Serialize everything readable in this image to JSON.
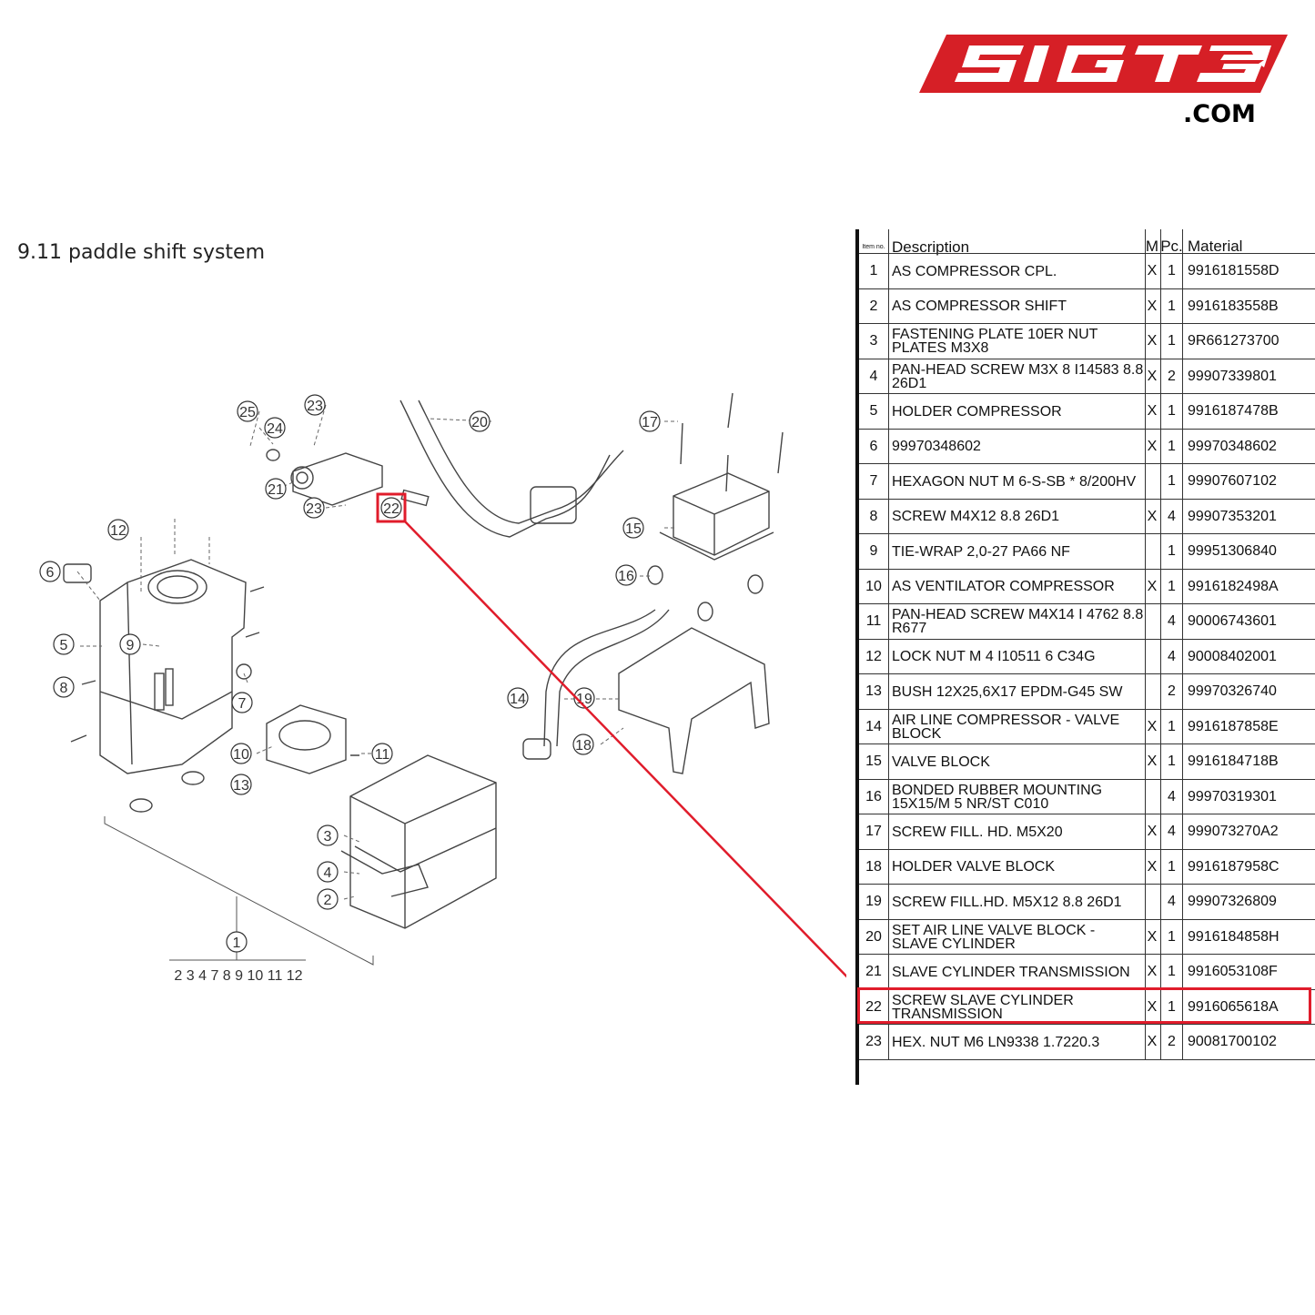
{
  "logo": {
    "text": "SIGT3",
    "suffix": ".COM",
    "color": "#d61f26"
  },
  "section_title": "9.11  paddle shift system",
  "callouts": [
    "1",
    "2",
    "3",
    "4",
    "5",
    "6",
    "7",
    "8",
    "9",
    "10",
    "11",
    "12",
    "13",
    "14",
    "15",
    "16",
    "17",
    "18",
    "19",
    "20",
    "21",
    "22",
    "23",
    "23",
    "24",
    "25"
  ],
  "assembly_list": "2 3 4 7 8 9 10 11 12",
  "highlight_color": "#e01c2b",
  "table": {
    "headers": {
      "item": "Item no.",
      "description": "Description",
      "m": "M",
      "pc": "Pc.",
      "material": "Material"
    },
    "rows": [
      {
        "no": "1",
        "description": "AS COMPRESSOR CPL.",
        "m": "X",
        "pc": "1",
        "material": "9916181558D"
      },
      {
        "no": "2",
        "description": "AS COMPRESSOR SHIFT",
        "m": "X",
        "pc": "1",
        "material": "9916183558B"
      },
      {
        "no": "3",
        "description": "FASTENING PLATE 10ER NUT PLATES M3X8",
        "m": "X",
        "pc": "1",
        "material": "9R661273700"
      },
      {
        "no": "4",
        "description": "PAN-HEAD SCREW M3X 8 I14583 8.8 26D1",
        "m": "X",
        "pc": "2",
        "material": "99907339801"
      },
      {
        "no": "5",
        "description": "HOLDER COMPRESSOR",
        "m": "X",
        "pc": "1",
        "material": "9916187478B"
      },
      {
        "no": "6",
        "description": "99970348602",
        "m": "X",
        "pc": "1",
        "material": "99970348602"
      },
      {
        "no": "7",
        "description": "HEXAGON NUT M 6-S-SB * 8/200HV",
        "m": "",
        "pc": "1",
        "material": "99907607102"
      },
      {
        "no": "8",
        "description": "SCREW M4X12 8.8 26D1",
        "m": "X",
        "pc": "4",
        "material": "99907353201"
      },
      {
        "no": "9",
        "description": "TIE-WRAP 2,0-27 PA66 NF",
        "m": "",
        "pc": "1",
        "material": "99951306840"
      },
      {
        "no": "10",
        "description": "AS VENTILATOR COMPRESSOR",
        "m": "X",
        "pc": "1",
        "material": "9916182498A"
      },
      {
        "no": "11",
        "description": "PAN-HEAD SCREW M4X14 I 4762 8.8 R677",
        "m": "",
        "pc": "4",
        "material": "90006743601"
      },
      {
        "no": "12",
        "description": "LOCK NUT M 4 I10511 6 C34G",
        "m": "",
        "pc": "4",
        "material": "90008402001"
      },
      {
        "no": "13",
        "description": "BUSH 12X25,6X17 EPDM-G45 SW",
        "m": "",
        "pc": "2",
        "material": "99970326740"
      },
      {
        "no": "14",
        "description": "AIR LINE COMPRESSOR - VALVE BLOCK",
        "m": "X",
        "pc": "1",
        "material": "9916187858E"
      },
      {
        "no": "15",
        "description": "VALVE BLOCK",
        "m": "X",
        "pc": "1",
        "material": "9916184718B"
      },
      {
        "no": "16",
        "description": "BONDED RUBBER MOUNTING 15X15/M 5 NR/ST C010",
        "m": "",
        "pc": "4",
        "material": "99970319301"
      },
      {
        "no": "17",
        "description": "SCREW FILL. HD. M5X20",
        "m": "X",
        "pc": "4",
        "material": "999073270A2"
      },
      {
        "no": "18",
        "description": "HOLDER VALVE BLOCK",
        "m": "X",
        "pc": "1",
        "material": "9916187958C"
      },
      {
        "no": "19",
        "description": "SCREW FILL.HD. M5X12 8.8 26D1",
        "m": "",
        "pc": "4",
        "material": "99907326809"
      },
      {
        "no": "20",
        "description": "SET AIR LINE VALVE BLOCK - SLAVE CYLINDER",
        "m": "X",
        "pc": "1",
        "material": "9916184858H"
      },
      {
        "no": "21",
        "description": "SLAVE CYLINDER TRANSMISSION",
        "m": "X",
        "pc": "1",
        "material": "9916053108F"
      },
      {
        "no": "22",
        "description": "SCREW SLAVE CYLINDER TRANSMISSION",
        "m": "X",
        "pc": "1",
        "material": "9916065618A"
      },
      {
        "no": "23",
        "description": "HEX. NUT M6 LN9338 1.7220.3",
        "m": "X",
        "pc": "2",
        "material": "90081700102"
      }
    ]
  }
}
